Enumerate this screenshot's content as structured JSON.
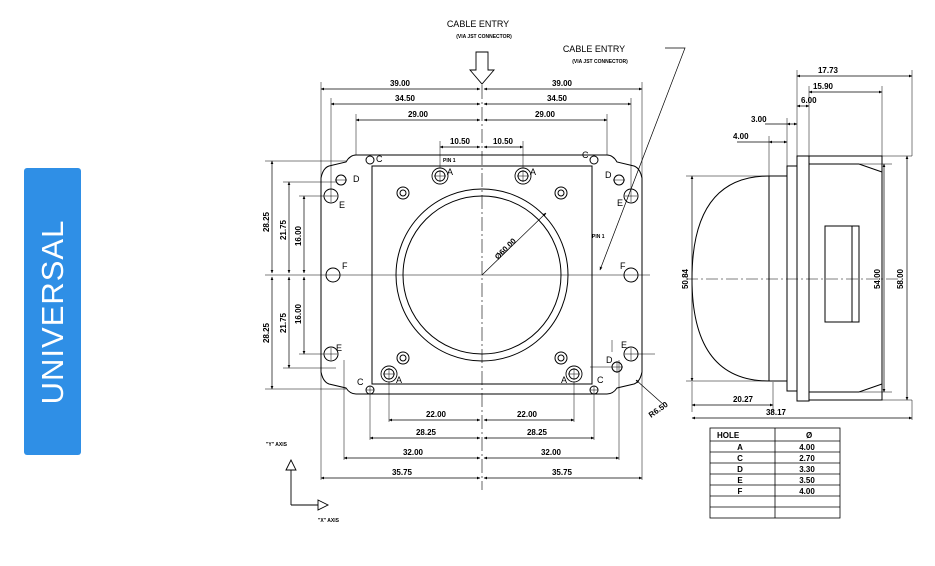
{
  "badge": {
    "text": "UNIVERSAL",
    "color": "#2f8fe6"
  },
  "cable_entry_top": {
    "title": "CABLE ENTRY",
    "sub": "(VIA JST CONNECTOR)"
  },
  "cable_entry_side": {
    "title": "CABLE ENTRY",
    "sub": "(VIA JST CONNECTOR)"
  },
  "pin_labels": {
    "pin1_top": "PIN 1",
    "pin1_side": "PIN 1"
  },
  "axes": {
    "y": "\"Y\" AXIS",
    "x": "\"X\" AXIS"
  },
  "front_dims": {
    "top_left_39": "39.00",
    "top_right_39": "39.00",
    "top_left_34": "34.50",
    "top_right_34": "34.50",
    "top_left_29": "29.00",
    "top_right_29": "29.00",
    "top_left_10": "10.50",
    "top_right_10": "10.50",
    "diameter": "Ø60.00",
    "left_2825_top": "28.25",
    "left_2175_top": "21.75",
    "left_1600_top": "16.00",
    "left_2825_bot": "28.25",
    "left_2175_bot": "21.75",
    "left_1600_bot": "16.00",
    "bot_22_l": "22.00",
    "bot_22_r": "22.00",
    "bot_2825_l": "28.25",
    "bot_2825_r": "28.25",
    "bot_32_l": "32.00",
    "bot_32_r": "32.00",
    "bot_3575_l": "35.75",
    "bot_3575_r": "35.75",
    "radius": "R6.50"
  },
  "hole_letters": {
    "A": "A",
    "C": "C",
    "D": "D",
    "E": "E",
    "F": "F"
  },
  "side_dims": {
    "d1773": "17.73",
    "d1590": "15.90",
    "d600": "6.00",
    "d300": "3.00",
    "d400": "4.00",
    "d5084": "50.84",
    "d5400": "54.00",
    "d5800": "58.00",
    "d2027": "20.27",
    "d3817": "38.17"
  },
  "hole_table": {
    "headers": [
      "HOLE",
      "Ø"
    ],
    "rows": [
      {
        "hole": "A",
        "dia": "4.00"
      },
      {
        "hole": "C",
        "dia": "2.70"
      },
      {
        "hole": "D",
        "dia": "3.30"
      },
      {
        "hole": "E",
        "dia": "3.50"
      },
      {
        "hole": "F",
        "dia": "4.00"
      }
    ]
  }
}
